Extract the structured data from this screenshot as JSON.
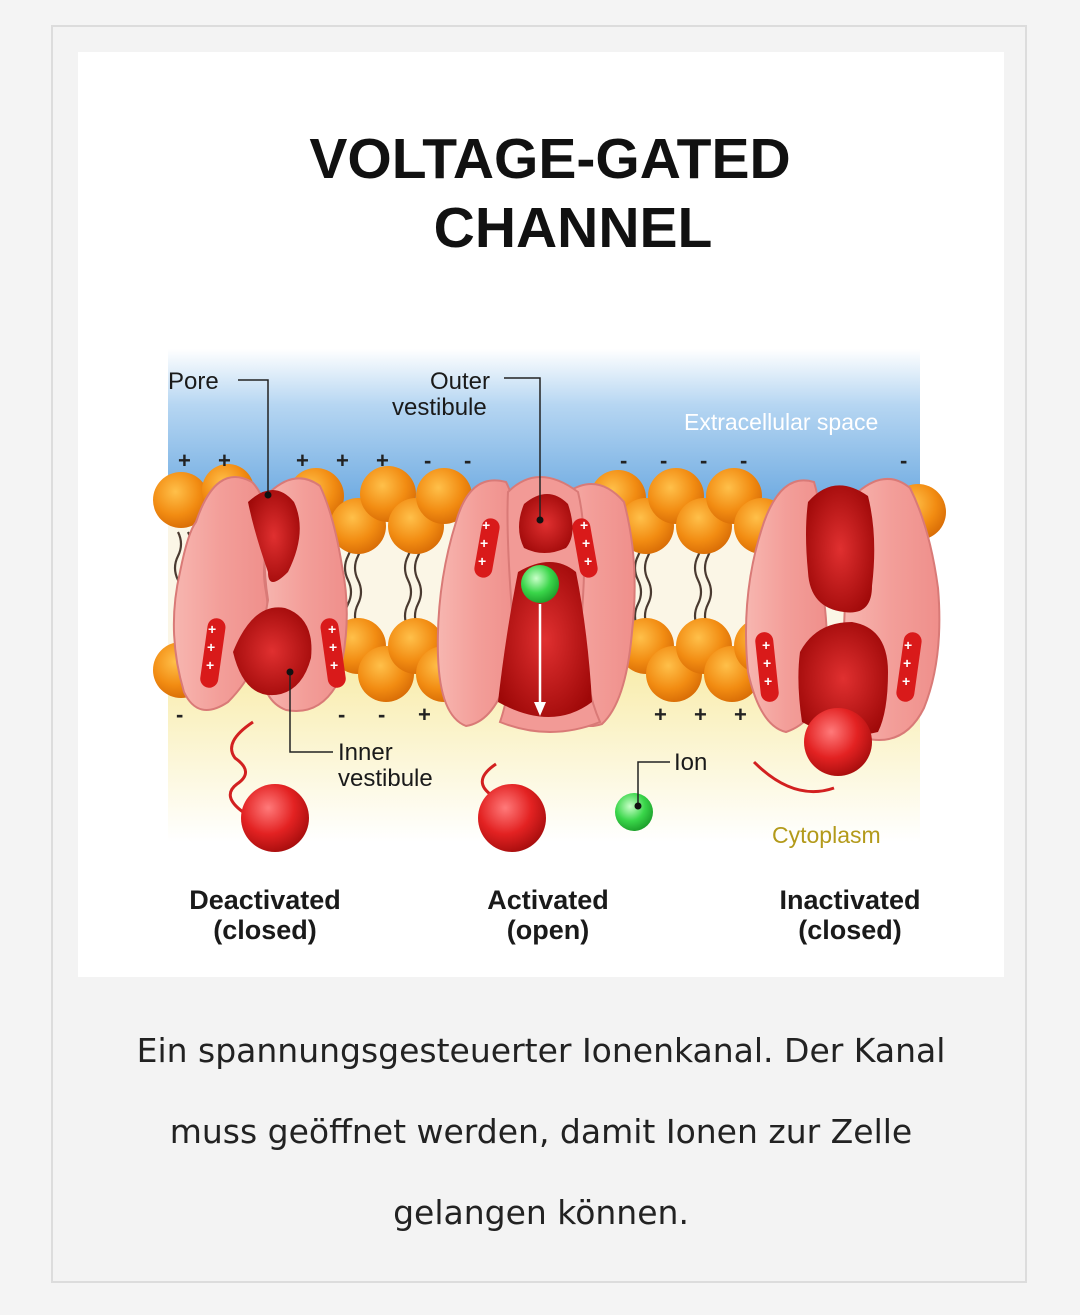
{
  "figure": {
    "title_line1": "VOLTAGE-GATED",
    "title_line2": "CHANNEL",
    "labels": {
      "pore": "Pore",
      "outer_line1": "Outer",
      "outer_line2": "vestibule",
      "extracellular": "Extracellular space",
      "inner_line1": "Inner",
      "inner_line2": "vestibule",
      "ion": "Ion",
      "cytoplasm": "Cytoplasm"
    },
    "states": [
      {
        "line1": "Deactivated",
        "line2": "(closed)"
      },
      {
        "line1": "Activated",
        "line2": "(open)"
      },
      {
        "line1": "Inactivated",
        "line2": "(closed)"
      }
    ],
    "colors": {
      "extracellular_top": "#7fb6e6",
      "cytoplasm": "#fbf3c2",
      "lipid_head": "#f29318",
      "channel": "#f2a3a3",
      "channel_dark": "#c81414",
      "ion": "#2fd23f",
      "ball": "#e02020"
    }
  },
  "caption": "Ein spannungsgesteuerter Ionenkanal. Der Kanal muss geöffnet werden, damit Ionen zur Zelle gelangen können."
}
